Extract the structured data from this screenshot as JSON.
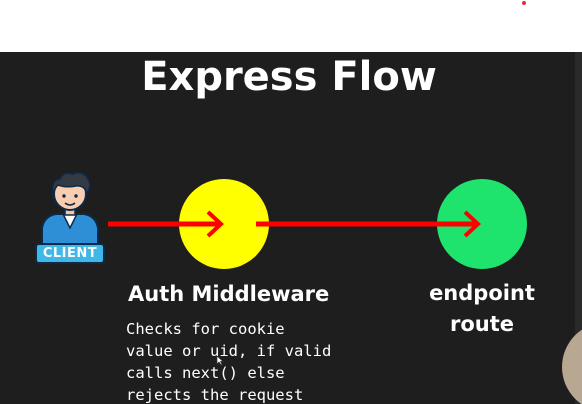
{
  "slide": {
    "title": "Express Flow",
    "background": "#1e1e1e"
  },
  "nodes": {
    "client": {
      "label": "CLIENT",
      "icon": "person-avatar-icon"
    },
    "middleware": {
      "label": "Auth Middleware",
      "color": "#ffff00"
    },
    "endpoint": {
      "label_lines": [
        "endpoint",
        "route"
      ],
      "color": "#1ee36d"
    }
  },
  "arrows": {
    "color": "#ff0000"
  },
  "description": {
    "lines": [
      "Checks for cookie",
      "value or uid, if valid",
      "calls next() else",
      "rejects the request"
    ]
  },
  "accent": {
    "top_dot": "#e0303a"
  }
}
